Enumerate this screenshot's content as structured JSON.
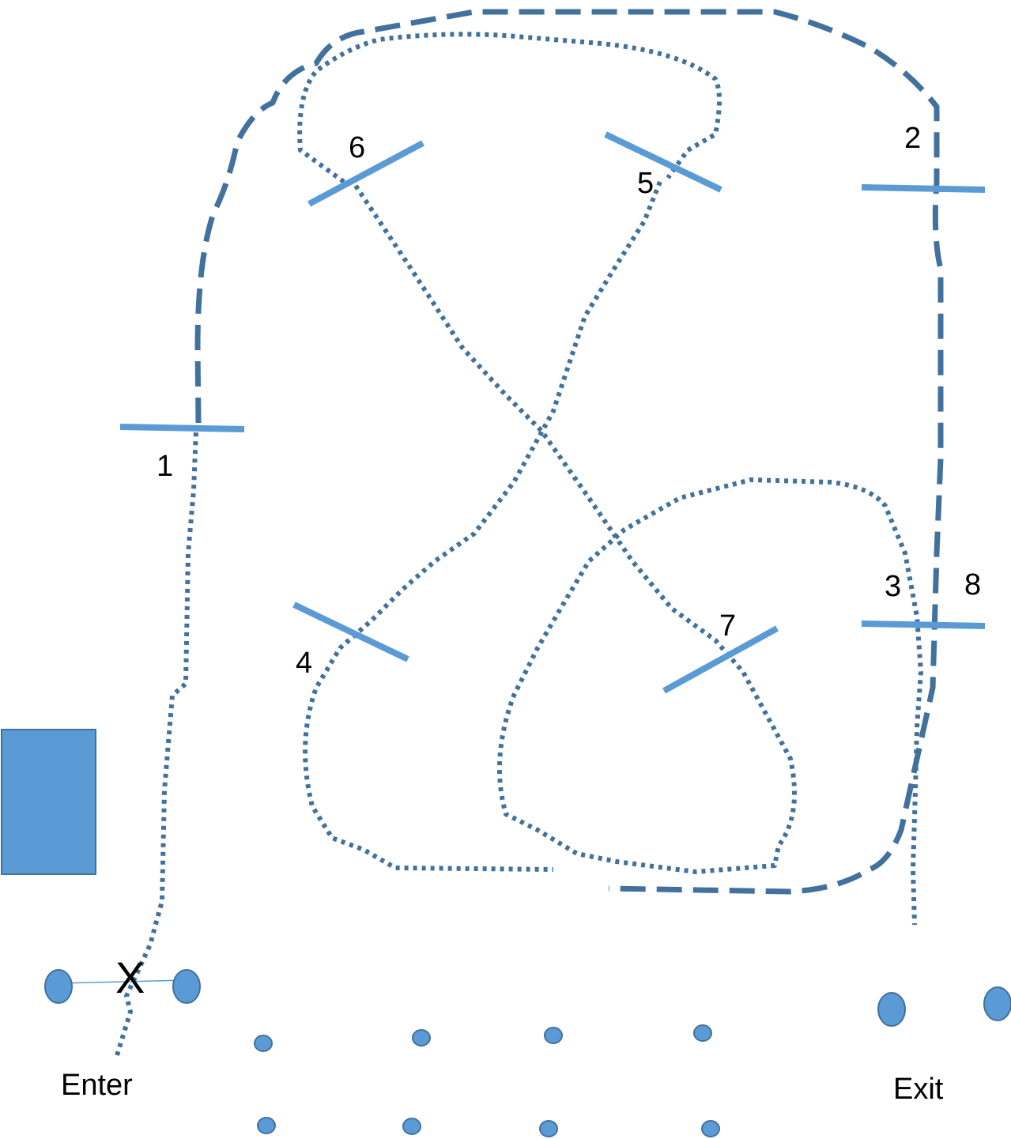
{
  "diagram": {
    "gates": [
      {
        "id": "gate-1",
        "label": "1"
      },
      {
        "id": "gate-2",
        "label": "2"
      },
      {
        "id": "gate-3",
        "label": "3"
      },
      {
        "id": "gate-4",
        "label": "4"
      },
      {
        "id": "gate-5",
        "label": "5"
      },
      {
        "id": "gate-6",
        "label": "6"
      },
      {
        "id": "gate-7",
        "label": "7"
      },
      {
        "id": "gate-8",
        "label": "8"
      }
    ],
    "start_marker": "X",
    "enter_label": "Enter",
    "exit_label": "Exit",
    "colors": {
      "gate": "#5B9BD5",
      "path": "#41719C",
      "block": "#5B9BD5",
      "cone": "#5B9BD5"
    },
    "legend": {
      "dotted_path": "dotted line",
      "dashed_path": "dashed line"
    }
  }
}
